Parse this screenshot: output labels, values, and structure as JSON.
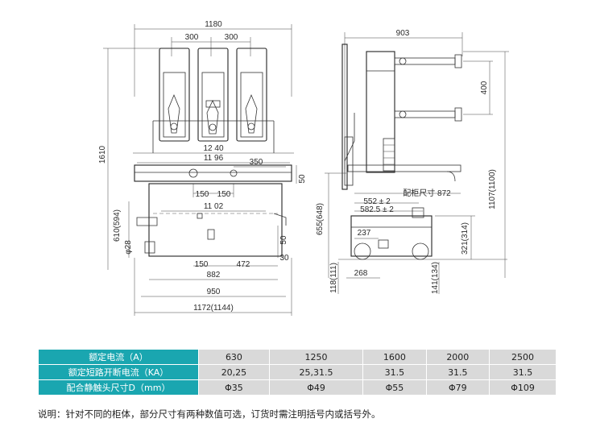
{
  "front_view": {
    "dims": {
      "overall_width": "1180",
      "pole_pitch_a": "300",
      "pole_pitch_b": "300",
      "height": "1610",
      "w1240": "12 40",
      "w1196": "11 96",
      "d350": "350",
      "d50_top": "50",
      "d150_a": "150",
      "d150_b": "150",
      "w1102": "11 02",
      "h610": "610(594)",
      "phi28": "φ28",
      "d50_side": "50",
      "d30": "30",
      "d150_c": "150",
      "d472": "472",
      "w882": "882",
      "w950": "950",
      "w1172": "1172(1144)"
    }
  },
  "side_view": {
    "dims": {
      "depth": "903",
      "d400": "400",
      "h1107": "1107(1100)",
      "cabinet_label": "配柜尺寸 872",
      "d552": "552 ± 2",
      "d5825": "582.5 ± 2",
      "h655": "655(648)",
      "d237": "237",
      "d321": "321(314)",
      "d268": "268",
      "h118": "118(111)",
      "h141": "141(134)"
    }
  },
  "spec_table": {
    "rows": [
      {
        "header": "额定电流（A）",
        "values": [
          "630",
          "1250",
          "1600",
          "2000",
          "2500"
        ]
      },
      {
        "header": "额定短路开断电流（KA）",
        "values": [
          "20,25",
          "25,31.5",
          "31.5",
          "31.5",
          "31.5"
        ]
      },
      {
        "header": "配合静触头尺寸D（mm）",
        "values": [
          "Φ35",
          "Φ49",
          "Φ55",
          "Φ79",
          "Φ109"
        ]
      }
    ]
  },
  "note": "说明：针对不同的柜体，部分尺寸有两种数值可选，订货时需注明括号内或括号外。"
}
